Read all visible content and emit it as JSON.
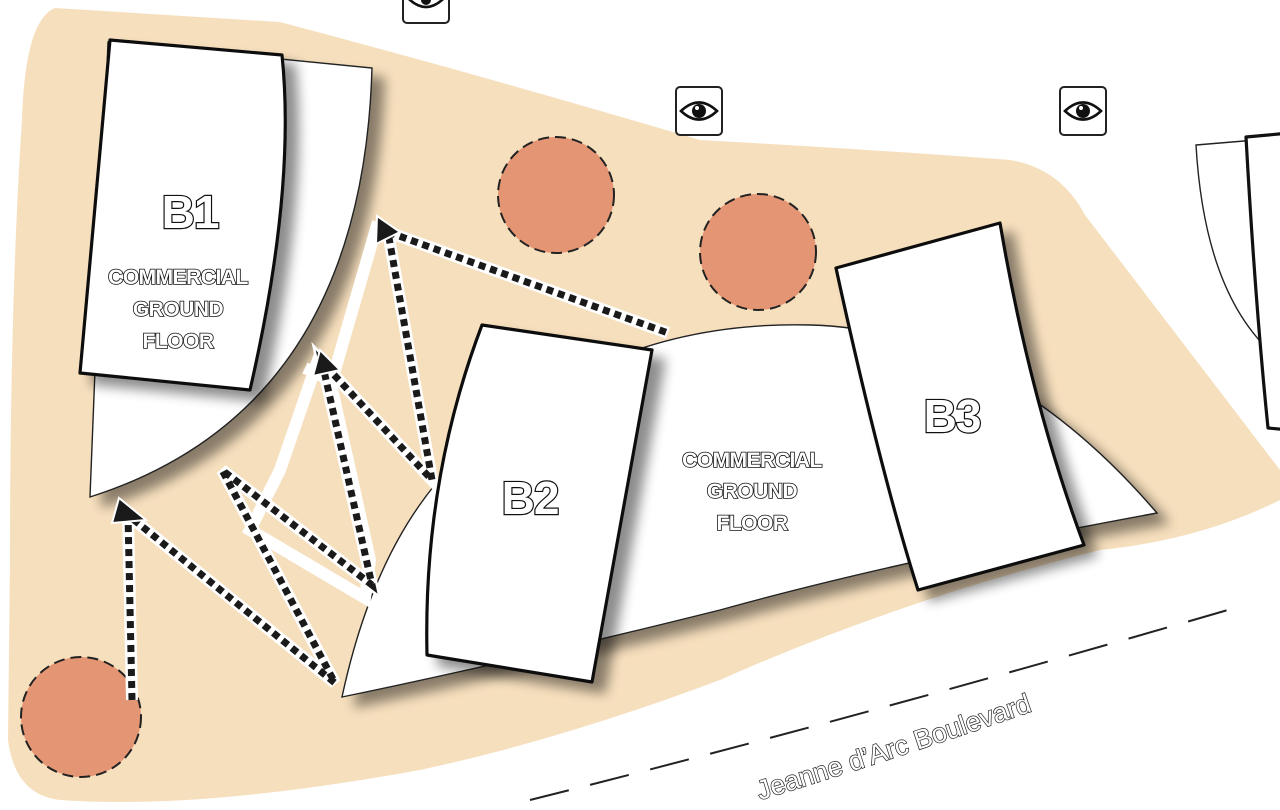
{
  "buildings": {
    "b1": {
      "label": "B1",
      "sub": [
        "COMMERCIAL",
        "GROUND",
        "FLOOR"
      ]
    },
    "b2": {
      "label": "B2"
    },
    "b3": {
      "label": "B3"
    },
    "podium": {
      "sub": [
        "COMMERCIAL",
        "GROUND",
        "FLOOR"
      ]
    }
  },
  "street": {
    "name": "Jeanne d’Arc Boulevard"
  },
  "icons": {
    "viewpoint": "eye-icon",
    "tree": "tree-canopy",
    "circulation": "dashed-arrow"
  },
  "colors": {
    "site": "#f6dfbd",
    "tree": "#e49573",
    "building": "#ffffff",
    "outline": "#111111"
  }
}
